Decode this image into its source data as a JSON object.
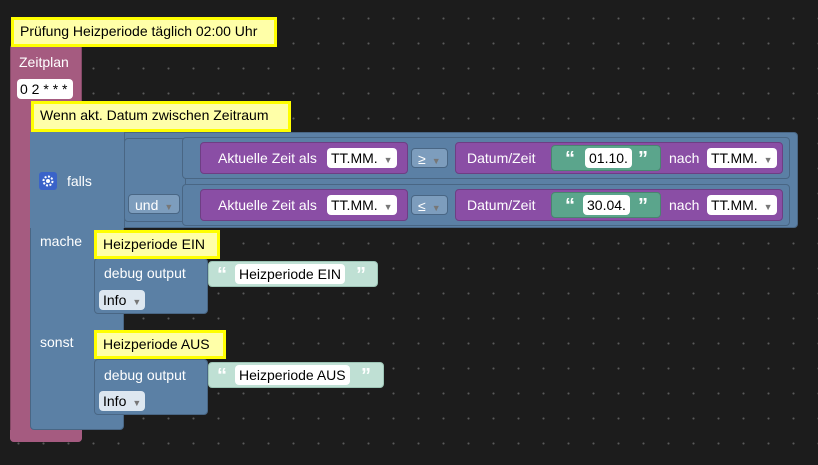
{
  "trigger": {
    "comment": "Prüfung Heizperiode täglich 02:00 Uhr",
    "label": "Zeitplan",
    "cron": "0 2 * * *"
  },
  "if_block": {
    "comment": "Wenn akt. Datum zwischen Zeitraum",
    "falls_label": "falls",
    "mache_label": "mache",
    "sonst_label": "sonst",
    "gear_icon": "gear-icon",
    "logic_op": "und"
  },
  "compare1": {
    "left_label": "Aktuelle Zeit als",
    "left_format": "TT.MM.",
    "operator": "≥",
    "right_label": "Datum/Zeit",
    "date_value": "01.10.",
    "nach_label": "nach",
    "right_format": "TT.MM."
  },
  "compare2": {
    "left_label": "Aktuelle Zeit als",
    "left_format": "TT.MM.",
    "operator": "≤",
    "right_label": "Datum/Zeit",
    "date_value": "30.04.",
    "nach_label": "nach",
    "right_format": "TT.MM."
  },
  "then_branch": {
    "comment": "Heizperiode EIN",
    "debug_label": "debug output",
    "message": "Heizperiode EIN",
    "level": "Info"
  },
  "else_branch": {
    "comment": "Heizperiode AUS",
    "debug_label": "debug output",
    "message": "Heizperiode AUS",
    "level": "Info"
  },
  "colors": {
    "trigger": "#a55b80",
    "logic": "#5b80a5",
    "compare": "#5b80a5",
    "datetime": "#8a4ea5",
    "text": "#5ba58c",
    "debug": "#5b80a5",
    "comment_bg": "#ffffa8",
    "comment_border": "#ffff00"
  }
}
